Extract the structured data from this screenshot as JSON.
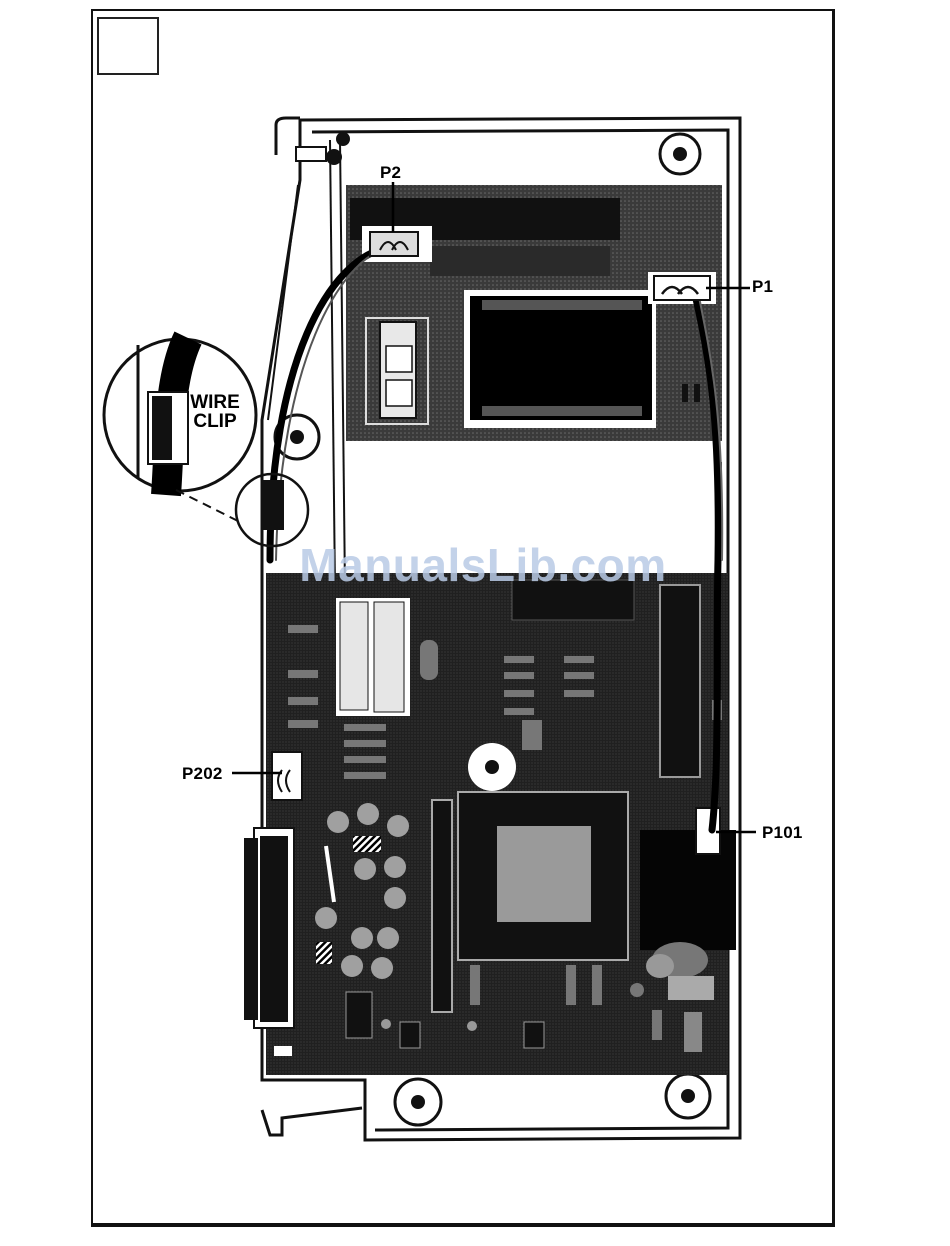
{
  "labels": {
    "p2": "P2",
    "p1": "P1",
    "p202": "P202",
    "p101": "P101",
    "wire_clip_line1": "WIRE",
    "wire_clip_line2": "CLIP"
  },
  "watermark": "ManualsLib.com",
  "colors": {
    "board": "#1c1c1c",
    "daughterboard": "#5a5a5a",
    "outline": "#111111",
    "watermark": "#b9cbe6"
  }
}
